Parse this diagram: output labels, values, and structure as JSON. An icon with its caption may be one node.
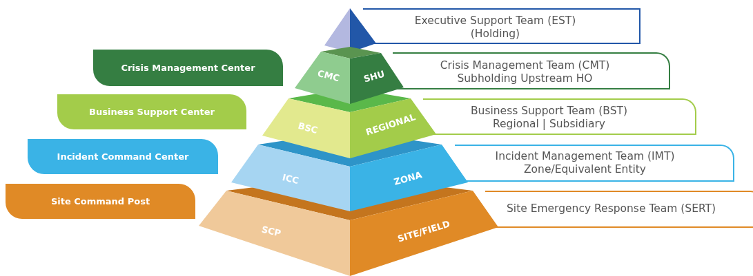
{
  "diagram": {
    "nodes": [
      {
        "text": [
          "Crisis Management Center"
        ]
      },
      {
        "text": [
          "Business Support Center"
        ]
      },
      {
        "text": [
          "Incident Command Center"
        ]
      },
      {
        "text": [
          "Site Command Post"
        ]
      },
      {
        "text": [
          "CMC"
        ]
      },
      {
        "text": [
          "SHU"
        ]
      },
      {
        "text": [
          "BSC"
        ]
      },
      {
        "text": [
          "REGIONAL"
        ]
      },
      {
        "text": [
          "ICC"
        ]
      },
      {
        "text": [
          "ZONA"
        ]
      },
      {
        "text": [
          "SCP"
        ]
      },
      {
        "text": [
          "SITE/FIELD"
        ]
      },
      {
        "text": [
          "Executive Support Team (EST)",
          "(Holding)"
        ]
      },
      {
        "text": [
          "Crisis Management Team (CMT)",
          "Subholding Upstream HO"
        ]
      },
      {
        "text": [
          "Business Support Team (BST)",
          "Regional | Subsidiary"
        ]
      },
      {
        "text": [
          "Incident Management Team (IMT)",
          "Zone/Equivalent Entity"
        ]
      },
      {
        "text": [
          "Site Emergency Response Team (SERT)"
        ]
      }
    ]
  }
}
